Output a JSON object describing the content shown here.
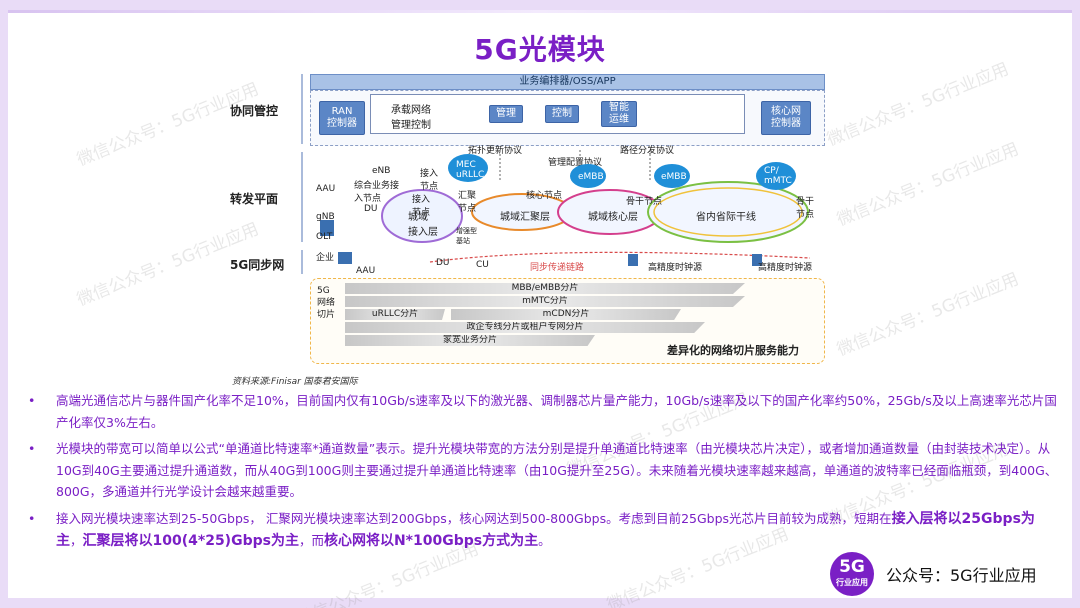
{
  "title": "5G光模块",
  "watermark": "微信公众号：5G行业应用",
  "diagram": {
    "oss_bar": "业务编排器/OSS/APP",
    "left_labels": [
      "协同管控",
      "转发平面",
      "5G同步网"
    ],
    "ran_box": "RAN\n控制器",
    "core_ctrl_box": "核心网\n控制器",
    "bearer_ctrl": "承载网络\n管理控制",
    "mgmt_buttons": [
      "管理",
      "控制",
      "智能\n运维"
    ],
    "protocols": [
      "拓扑更新协议",
      "管理配置协议",
      "路径分发协议"
    ],
    "clouds": [
      "MEC\nuRLLC",
      "eMBB",
      "eMBB",
      "CP/\nmMTC"
    ],
    "nodes": [
      "eNB",
      "综合业务接\n入节点",
      "接入\n节点",
      "汇聚\n节点",
      "核心节点",
      "骨干节点",
      "骨干\n节点",
      "AAU",
      "gNB",
      "OLT",
      "DU",
      "企业",
      "AAU",
      "DU",
      "CU",
      "增强型\n基站",
      "接入\n节点"
    ],
    "rings": [
      "城域\n接入层",
      "城域汇聚层",
      "城域核心层",
      "省内省际干线"
    ],
    "sync_labels": [
      "同步传递链路",
      "高精度时钟源",
      "高精度时钟源"
    ],
    "slice_title": "5G\n网络\n切片",
    "slices": [
      "MBB/eMBB分片",
      "mMTC分片",
      "uRLLC分片",
      "mCDN分片",
      "政企专线分片或租户专网分片",
      "家宽业务分片"
    ],
    "slice_caption": "差异化的网络切片服务能力"
  },
  "source": "资料来源:Finisar  国泰君安国际",
  "bullets": {
    "b1": "高端光通信芯片与器件国产化率不足10%，目前国内仅有10Gb/s速率及以下的激光器、调制器芯片量产能力，10Gb/s速率及以下的国产化率约50%，25Gb/s及以上高速率光芯片国产化率仅3%左右。",
    "b2": "光模块的带宽可以简单以公式“单通道比特速率*通道数量”表示。提升光模块带宽的方法分别是提升单通道比特速率（由光模块芯片决定），或者增加通道数量（由封装技术决定）。从10G到40G主要通过提升通道数，而从40G到100G则主要通过提升单通道比特速率（由10G提升至25G）。未来随着光模块速率越来越高，单通道的波特率已经面临瓶颈，到400G、800G，多通道并行光学设计会越来越重要。",
    "b3_plain": "接入网光模块速率达到25-50Gbps， 汇聚网光模块速率达到200Gbps，核心网达到500-800Gbps。考虑到目前25Gbps光芯片目前较为成熟，短期在",
    "b3_bold1": "接入层将以25Gbps为主",
    "b3_mid1": "，",
    "b3_bold2": "汇聚层将以100(4*25)Gbps为主",
    "b3_mid2": "，而",
    "b3_bold3": "核心网将以N*100Gbps方式为主",
    "b3_end": "。"
  },
  "footer": {
    "logo_big": "5G",
    "logo_small": "行业应用",
    "account": "公众号：5G行业应用"
  },
  "colors": {
    "accent": "#7a1fc5",
    "diagram_blue": "#5b86c6",
    "slice_border": "#f0b64a"
  }
}
